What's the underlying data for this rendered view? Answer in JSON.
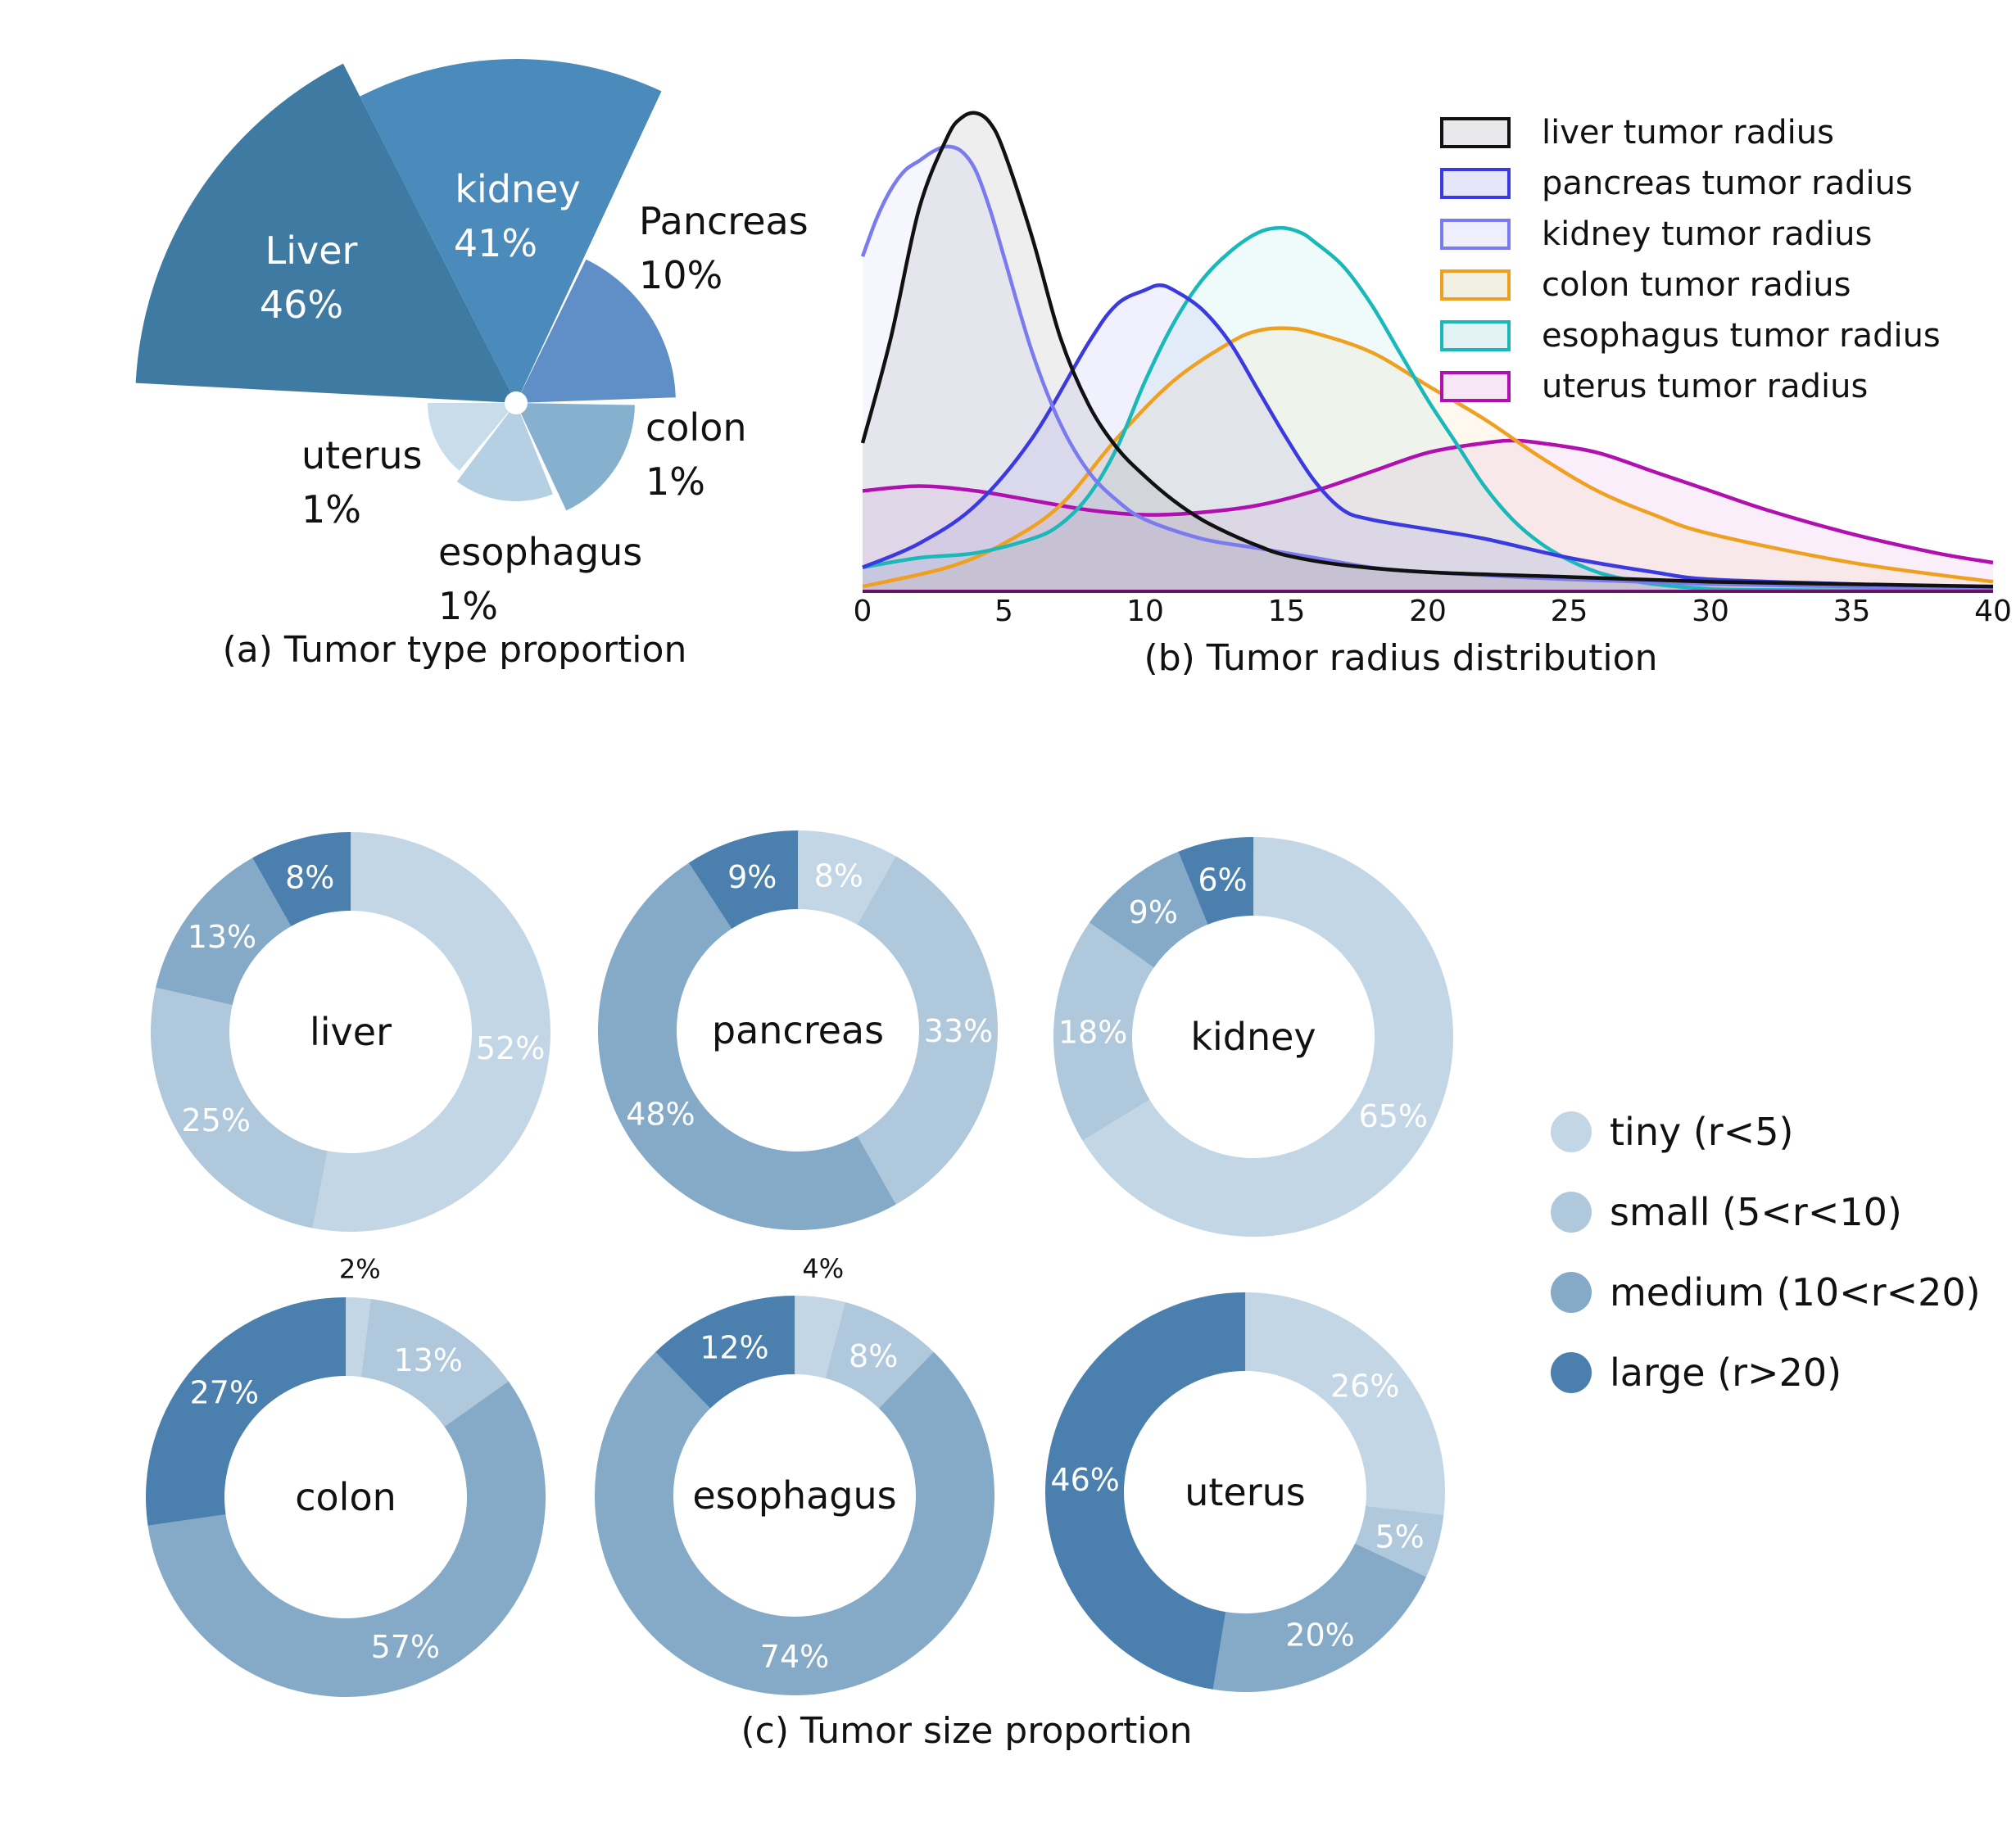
{
  "chart_data": [
    {
      "type": "pie",
      "variant": "polar-area",
      "caption": "(a) Tumor type proportion",
      "slices": [
        {
          "name": "Liver",
          "label": "46%",
          "value": 46,
          "color": "#3f7aa3"
        },
        {
          "name": "kidney",
          "label": "41%",
          "value": 41,
          "color": "#4a8bbb"
        },
        {
          "name": "Pancreas",
          "label": "10%",
          "value": 10,
          "color": "#5f8fc6"
        },
        {
          "name": "colon",
          "label": "1%",
          "value": 1,
          "color": "#85b1cf"
        },
        {
          "name": "esophagus",
          "label": "1%",
          "value": 1,
          "color": "#b5cfe3"
        },
        {
          "name": "uterus",
          "label": "1%",
          "value": 1,
          "color": "#c9dce9"
        }
      ]
    },
    {
      "type": "area",
      "caption": "(b) Tumor radius distribution",
      "xlim": [
        0,
        40
      ],
      "ylim": [
        0,
        1.0
      ],
      "xticks": [
        "0",
        "5",
        "10",
        "15",
        "20",
        "25",
        "30",
        "35",
        "40"
      ],
      "legend_position": "top-right",
      "grid": false,
      "series": [
        {
          "name": "liver tumor radius",
          "color": "#111111",
          "fill": "#e9e9ec",
          "x": [
            0,
            1,
            2,
            3,
            3.5,
            4,
            4.5,
            5,
            6,
            7,
            8,
            9,
            10,
            11,
            12,
            13,
            14,
            15,
            17,
            20,
            25,
            30,
            35,
            40
          ],
          "y": [
            0.31,
            0.53,
            0.8,
            0.95,
            0.99,
            1.0,
            0.98,
            0.92,
            0.74,
            0.53,
            0.39,
            0.3,
            0.24,
            0.19,
            0.15,
            0.12,
            0.095,
            0.075,
            0.055,
            0.04,
            0.03,
            0.02,
            0.015,
            0.01
          ]
        },
        {
          "name": "pancreas tumor radius",
          "color": "#3a3ae0",
          "fill": "#e6e6fa",
          "x": [
            0,
            2,
            4,
            6,
            8,
            9,
            10,
            10.5,
            11,
            12,
            13,
            14,
            15,
            16,
            17,
            18,
            20,
            22,
            25,
            28,
            30,
            35,
            40
          ],
          "y": [
            0.05,
            0.1,
            0.18,
            0.32,
            0.52,
            0.6,
            0.63,
            0.64,
            0.63,
            0.59,
            0.52,
            0.42,
            0.32,
            0.23,
            0.17,
            0.15,
            0.13,
            0.11,
            0.07,
            0.04,
            0.025,
            0.015,
            0.005
          ]
        },
        {
          "name": "kidney tumor radius",
          "color": "#7b7bf0",
          "fill": "#eeeefc",
          "x": [
            0,
            0.5,
            1,
            1.5,
            2,
            2.5,
            3,
            3.5,
            4,
            4.5,
            5,
            6,
            7,
            8,
            9,
            10,
            12,
            14,
            16,
            18,
            20,
            25,
            30,
            35,
            40
          ],
          "y": [
            0.7,
            0.78,
            0.84,
            0.88,
            0.9,
            0.92,
            0.93,
            0.92,
            0.88,
            0.8,
            0.7,
            0.5,
            0.35,
            0.25,
            0.19,
            0.15,
            0.11,
            0.09,
            0.07,
            0.05,
            0.04,
            0.025,
            0.015,
            0.01,
            0.005
          ]
        },
        {
          "name": "colon tumor radius",
          "color": "#f0a020",
          "fill": "#f2f0e2",
          "x": [
            0,
            3,
            5,
            7,
            9,
            11,
            13,
            14,
            15,
            16,
            18,
            20,
            22,
            24,
            26,
            28,
            30,
            35,
            40
          ],
          "y": [
            0.01,
            0.05,
            0.1,
            0.18,
            0.32,
            0.44,
            0.52,
            0.545,
            0.55,
            0.54,
            0.5,
            0.43,
            0.36,
            0.28,
            0.21,
            0.16,
            0.12,
            0.06,
            0.02
          ]
        },
        {
          "name": "esophagus tumor radius",
          "color": "#1ab8b8",
          "fill": "#e3f3f5",
          "x": [
            0,
            2,
            4,
            6,
            7,
            8,
            9,
            10,
            11,
            12,
            13,
            14,
            14.8,
            15.5,
            16,
            17,
            18,
            19,
            20,
            21,
            22,
            23,
            24,
            25,
            26,
            27,
            28,
            30,
            32,
            35,
            40
          ],
          "y": [
            0.05,
            0.07,
            0.08,
            0.11,
            0.14,
            0.2,
            0.3,
            0.44,
            0.56,
            0.65,
            0.71,
            0.75,
            0.76,
            0.75,
            0.73,
            0.68,
            0.6,
            0.5,
            0.4,
            0.31,
            0.22,
            0.15,
            0.1,
            0.065,
            0.04,
            0.025,
            0.015,
            0.005,
            0.003,
            0.002,
            0.001
          ]
        },
        {
          "name": "uterus tumor radius",
          "color": "#b010b0",
          "fill": "#f7e6f5",
          "x": [
            0,
            2,
            4,
            6,
            8,
            10,
            12,
            14,
            16,
            18,
            20,
            22,
            23,
            24,
            26,
            28,
            30,
            32,
            35,
            38,
            40
          ],
          "y": [
            0.21,
            0.22,
            0.21,
            0.19,
            0.17,
            0.16,
            0.165,
            0.18,
            0.21,
            0.25,
            0.29,
            0.31,
            0.315,
            0.31,
            0.29,
            0.25,
            0.21,
            0.17,
            0.12,
            0.08,
            0.06
          ]
        }
      ]
    },
    {
      "type": "pie",
      "variant": "donut",
      "caption": "(c) Tumor size proportion",
      "categories": [
        "tiny (r<5)",
        "small (5<r<10)",
        "medium (10<r<20)",
        "large (r>20)"
      ],
      "colors": [
        "#c3d6e5",
        "#afc8dc",
        "#84aac8",
        "#4a7fae"
      ],
      "donuts": [
        {
          "name": "liver",
          "values": [
            52,
            25,
            13,
            8
          ],
          "labels": [
            "52%",
            "25%",
            "13%",
            "8%"
          ]
        },
        {
          "name": "pancreas",
          "values": [
            8,
            33,
            48,
            9
          ],
          "labels": [
            "8%",
            "33%",
            "48%",
            "9%"
          ]
        },
        {
          "name": "kidney",
          "values": [
            65,
            18,
            9,
            6
          ],
          "labels": [
            "65%",
            "18%",
            "9%",
            "6%"
          ]
        },
        {
          "name": "colon",
          "values": [
            2,
            13,
            57,
            27
          ],
          "labels": [
            "2%",
            "13%",
            "57%",
            "27%"
          ]
        },
        {
          "name": "esophagus",
          "values": [
            4,
            8,
            74,
            12
          ],
          "labels": [
            "4%",
            "8%",
            "74%",
            "12%"
          ]
        },
        {
          "name": "uterus",
          "values": [
            26,
            5,
            20,
            46
          ],
          "labels": [
            "26%",
            "5%",
            "20%",
            "46%"
          ]
        }
      ]
    }
  ]
}
